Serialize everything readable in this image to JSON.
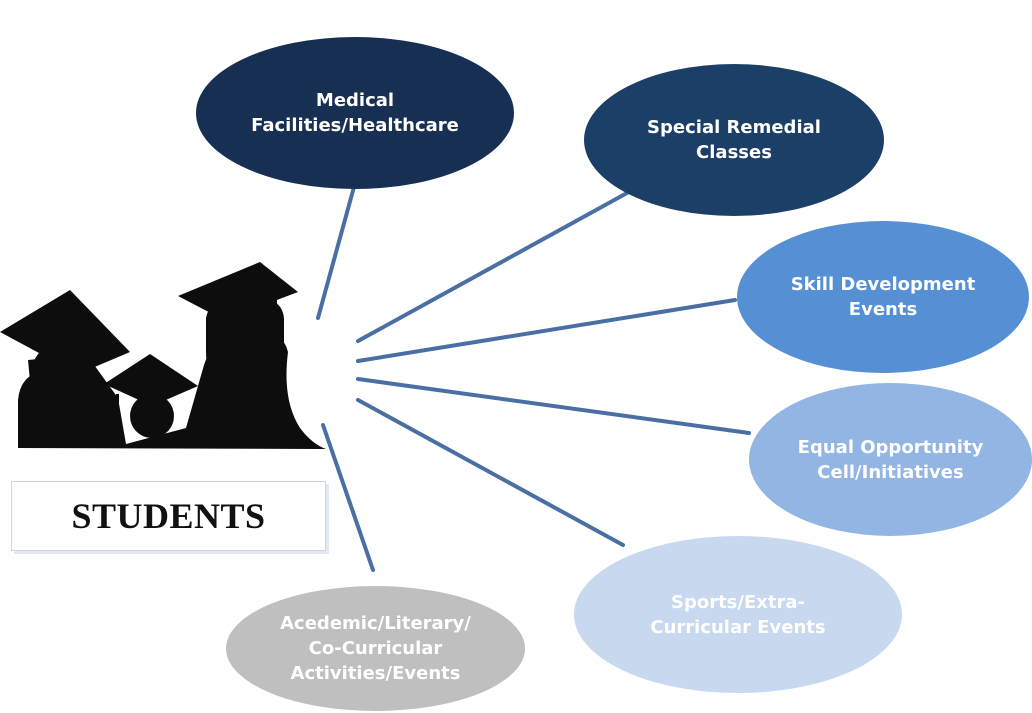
{
  "center": {
    "label": "STUDENTS",
    "image": "graduates-silhouette-icon"
  },
  "nodes": [
    {
      "id": "medical",
      "label": "Medical\nFacilities/Healthcare",
      "color": "#172f53"
    },
    {
      "id": "remedial",
      "label": "Special Remedial\nClasses",
      "color": "#1c3f68"
    },
    {
      "id": "skill",
      "label": "Skill Development\nEvents",
      "color": "#5690d4"
    },
    {
      "id": "equal",
      "label": "Equal Opportunity\nCell/Initiatives",
      "color": "#92b5e3"
    },
    {
      "id": "sports",
      "label": "Sports/Extra-\nCurricular Events",
      "color": "#c7d8ef"
    },
    {
      "id": "academic",
      "label": "Acedemic/Literary/\nCo-Curricular\nActivities/Events",
      "color": "#bfbfbf"
    }
  ],
  "colors": {
    "connector": "#4a6fa5",
    "silhouette": "#0d0d0d"
  }
}
